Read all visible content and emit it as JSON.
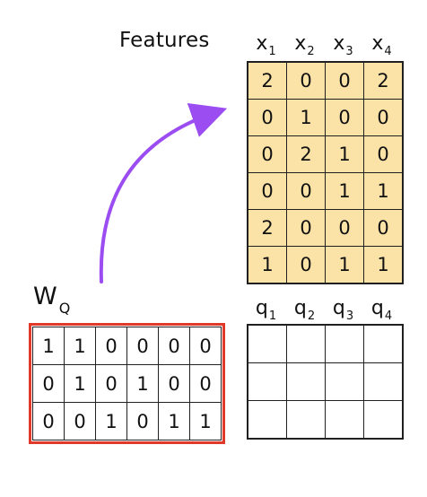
{
  "features_title": "Features",
  "x_headers": [
    {
      "base": "x",
      "sub": "1"
    },
    {
      "base": "x",
      "sub": "2"
    },
    {
      "base": "x",
      "sub": "3"
    },
    {
      "base": "x",
      "sub": "4"
    }
  ],
  "features_matrix": [
    [
      "2",
      "0",
      "0",
      "2"
    ],
    [
      "0",
      "1",
      "0",
      "0"
    ],
    [
      "0",
      "2",
      "1",
      "0"
    ],
    [
      "0",
      "0",
      "1",
      "1"
    ],
    [
      "2",
      "0",
      "0",
      "0"
    ],
    [
      "1",
      "0",
      "1",
      "1"
    ]
  ],
  "wq_label": {
    "base": "W",
    "sub": "Q"
  },
  "wq_matrix": [
    [
      "1",
      "1",
      "0",
      "0",
      "0",
      "0"
    ],
    [
      "0",
      "1",
      "0",
      "1",
      "0",
      "0"
    ],
    [
      "0",
      "0",
      "1",
      "0",
      "1",
      "1"
    ]
  ],
  "q_headers": [
    {
      "base": "q",
      "sub": "1"
    },
    {
      "base": "q",
      "sub": "2"
    },
    {
      "base": "q",
      "sub": "3"
    },
    {
      "base": "q",
      "sub": "4"
    }
  ],
  "q_matrix": [
    [
      "",
      "",
      "",
      ""
    ],
    [
      "",
      "",
      "",
      ""
    ],
    [
      "",
      "",
      "",
      ""
    ]
  ],
  "colors": {
    "features_fill": "#fbe3a8",
    "wq_border": "#e0392a",
    "arrow": "#9b4df2",
    "grid_line": "#202020"
  }
}
